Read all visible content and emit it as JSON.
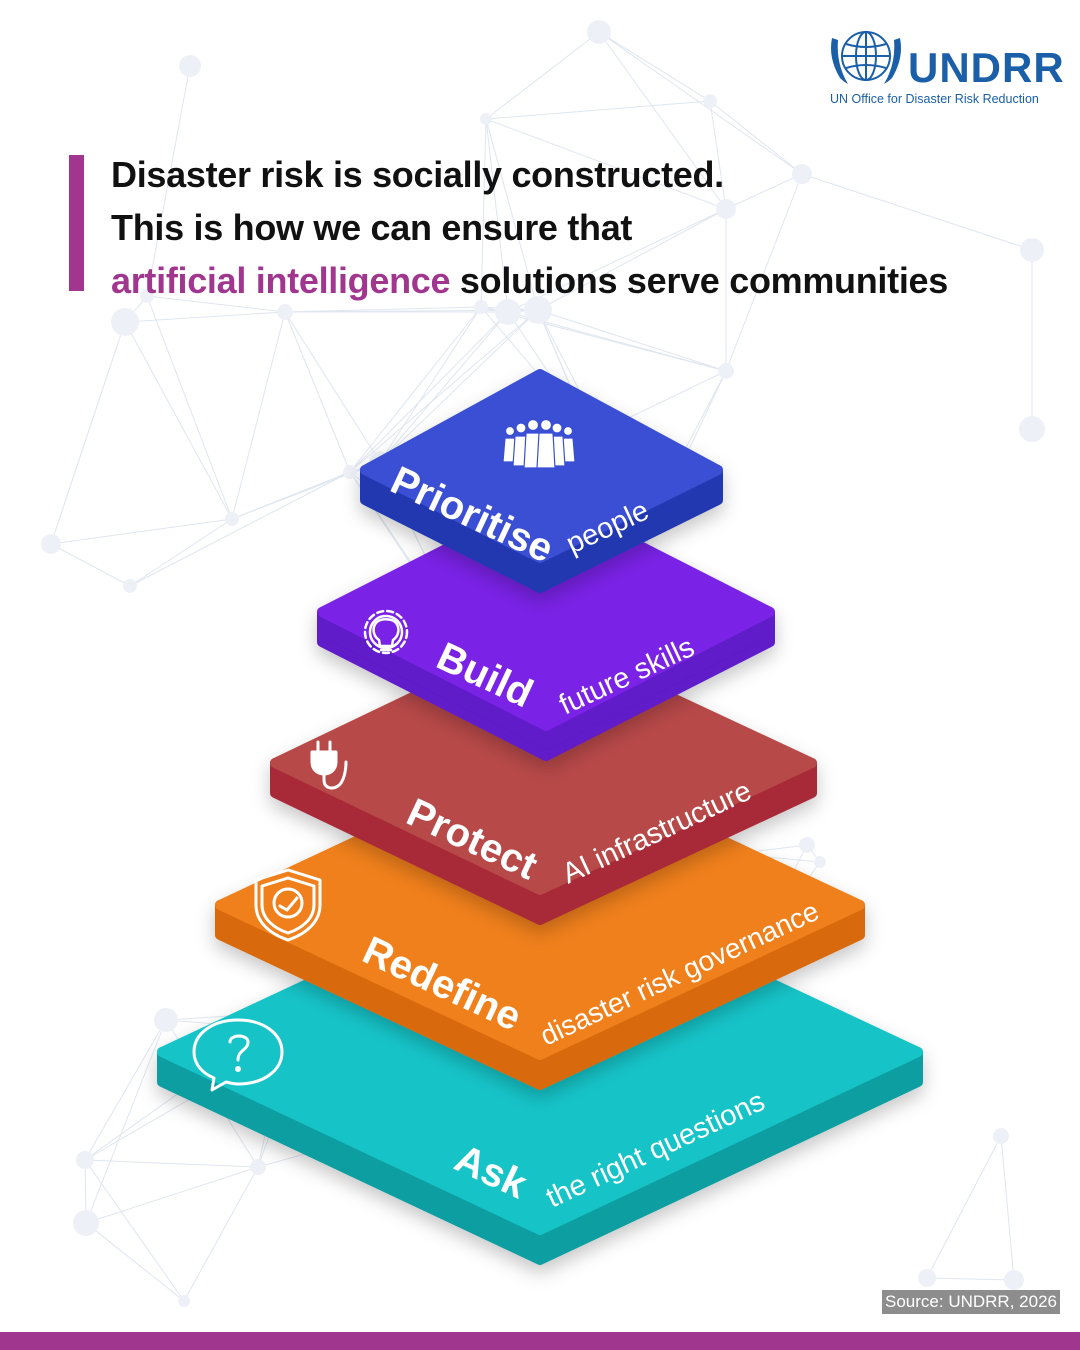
{
  "org": {
    "logo_text": "UNDRR",
    "subtitle": "UN Office for Disaster Risk Reduction"
  },
  "title": {
    "line1": "Disaster risk is socially constructed.",
    "line2": "This is how we can ensure that",
    "line3_highlight": "artificial intelligence",
    "line3_rest": " solutions serve communities"
  },
  "colors": {
    "brand_purple": "#a0368e",
    "brand_blue": "#1a5fa8"
  },
  "pyramid": {
    "levels": [
      {
        "key": "prioritise",
        "bold": "Prioritise",
        "text": "people",
        "icon": "people-group-icon",
        "color": "#3a4fd4"
      },
      {
        "key": "build",
        "bold": "Build",
        "text": "future skills",
        "icon": "lightbulb-gear-icon",
        "color": "#7a24e6"
      },
      {
        "key": "protect",
        "bold": "Protect",
        "text": "AI infrastructure",
        "icon": "power-plug-icon",
        "color": "#b84848"
      },
      {
        "key": "redefine",
        "bold": "Redefine",
        "text": "disaster risk governance",
        "icon": "shield-check-icon",
        "color": "#f0801a"
      },
      {
        "key": "ask",
        "bold": "Ask",
        "text": "the right questions",
        "icon": "question-bubble-icon",
        "color": "#18c4c8"
      }
    ]
  },
  "source": "Source: UNDRR, 2026"
}
